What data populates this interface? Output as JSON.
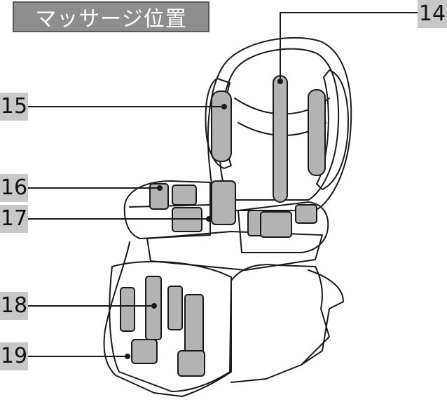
{
  "title": "マッサージ位置",
  "callouts": [
    {
      "id": "14",
      "label": "14"
    },
    {
      "id": "15",
      "label": "15"
    },
    {
      "id": "16",
      "label": "16"
    },
    {
      "id": "17",
      "label": "17"
    },
    {
      "id": "18",
      "label": "18"
    },
    {
      "id": "19",
      "label": "19"
    }
  ],
  "colors": {
    "title_bg": "#8e8e8e",
    "label_bg": "#c8c8c8",
    "pad_fill": "#b3b3b3",
    "line": "#1a1a1a"
  }
}
